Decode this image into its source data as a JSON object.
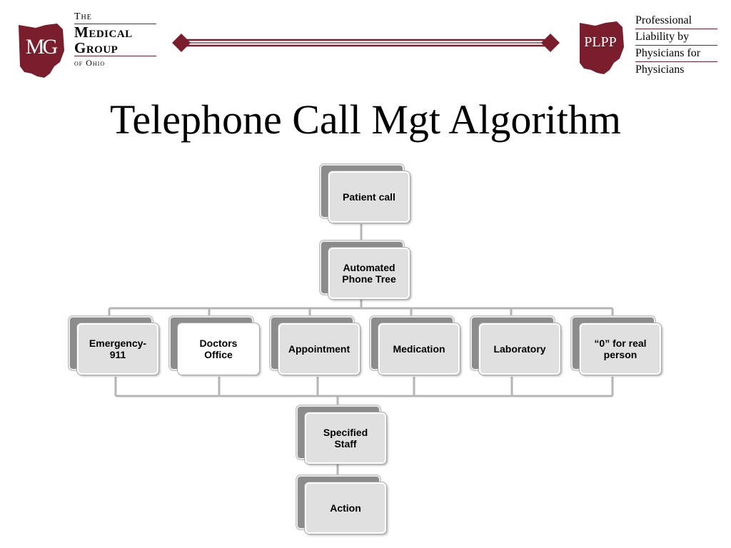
{
  "header": {
    "left_logo": {
      "mark_text": "MG",
      "name_lines": [
        "The",
        "Medical",
        "Group",
        "of Ohio"
      ]
    },
    "right_logo": {
      "mark_text": "PLPP",
      "name_lines": [
        "Professional",
        "Liability by",
        "Physicians for",
        "Physicians"
      ]
    }
  },
  "title": "Telephone Call Mgt Algorithm",
  "diagram": {
    "nodes": {
      "patient_call": "Patient call",
      "phone_tree": "Automated\nPhone Tree",
      "emergency": "Emergency-\n911",
      "doctors_office": "Doctors\nOffice",
      "appointment": "Appointment",
      "medication": "Medication",
      "laboratory": "Laboratory",
      "real_person": "“0” for real\nperson",
      "specified_staff": "Specified\nStaff",
      "action": "Action"
    }
  },
  "colors": {
    "brand_maroon": "#7a1e2e",
    "node_fill": "#e0e0e0",
    "node_shadow": "#8c8c8c",
    "connector": "#b5b5b5"
  }
}
